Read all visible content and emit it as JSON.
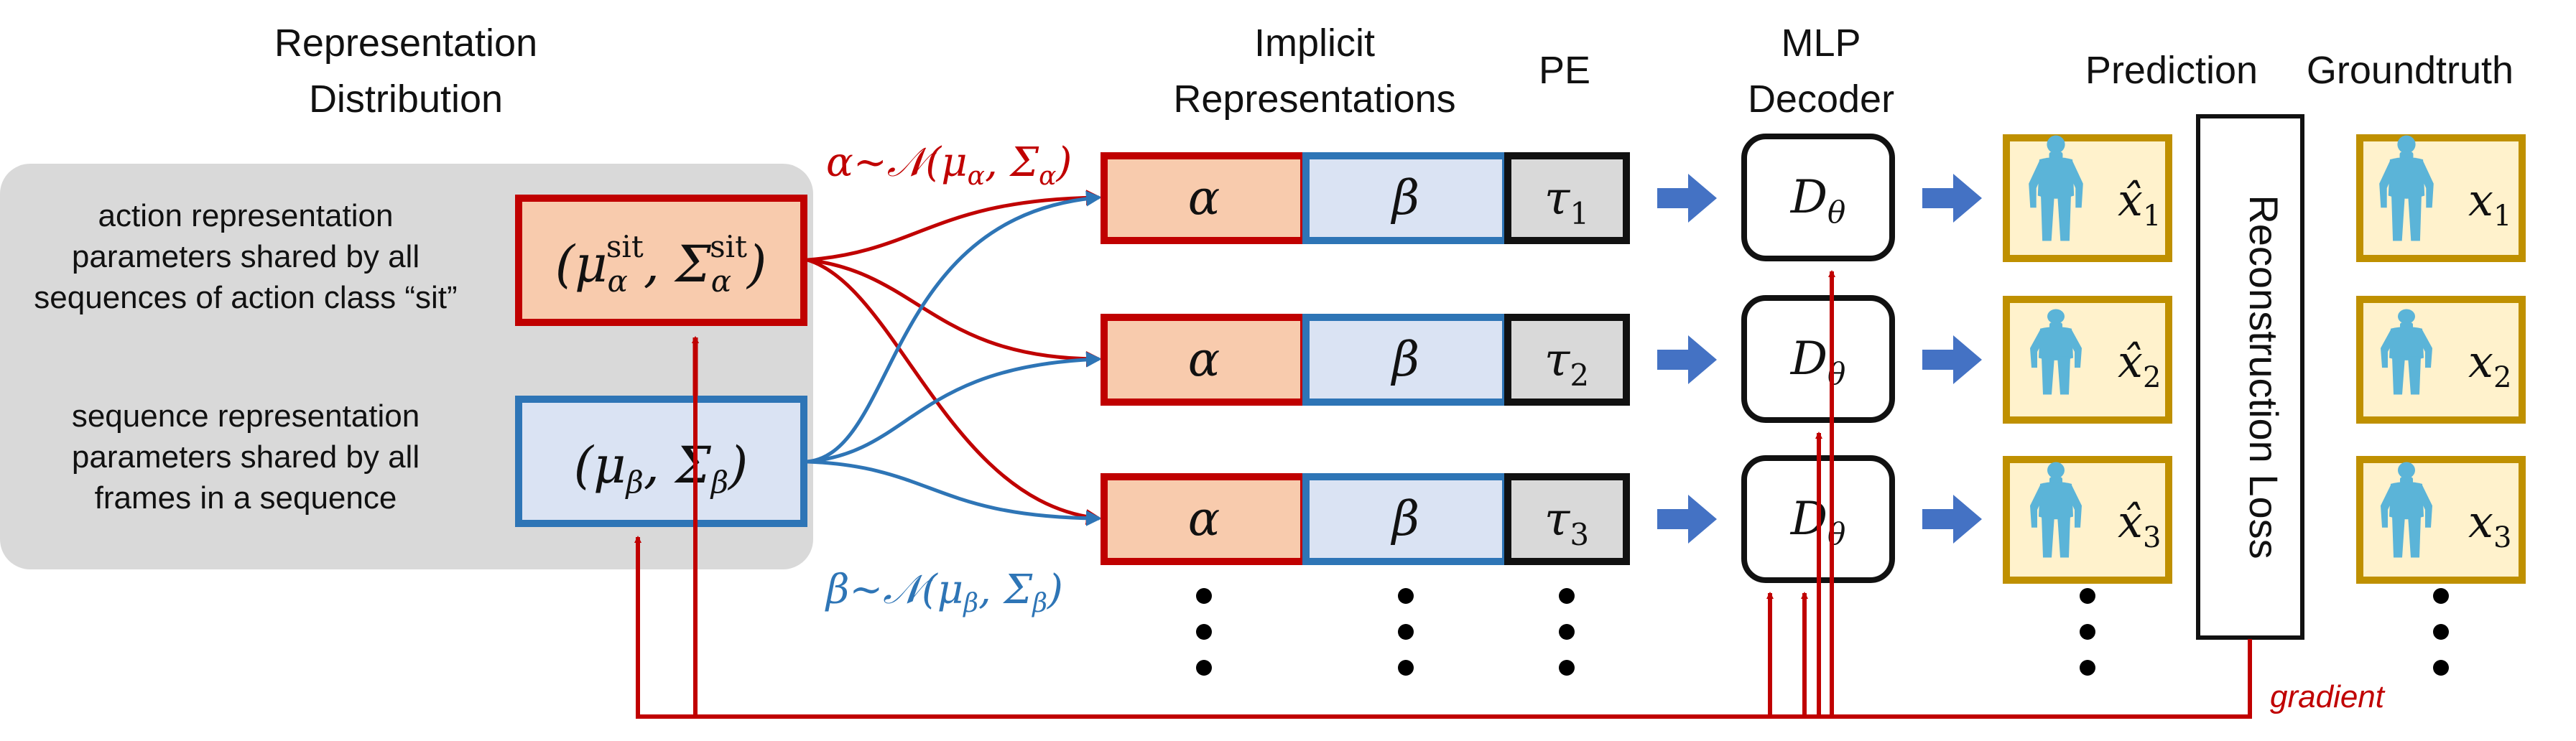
{
  "headers": {
    "distribution": [
      "Representation",
      "Distribution"
    ],
    "implicit": [
      "Implicit",
      "Representations"
    ],
    "pe": [
      "PE"
    ],
    "decoder": [
      "MLP",
      "Decoder"
    ],
    "prediction": [
      "Prediction"
    ],
    "groundtruth": [
      "Groundtruth"
    ]
  },
  "panel": {
    "action_text": [
      "action representation",
      "parameters shared by all",
      "sequences of action class “sit”"
    ],
    "sequence_text": [
      "sequence representation",
      "parameters shared by all",
      "frames in a sequence"
    ],
    "action_params": {
      "open": "(μ",
      "sub": "α",
      "sup": "sit",
      "mid": ", Σ",
      "sub2": "α",
      "sup2": "sit",
      "close": ")"
    },
    "sequence_params": {
      "open": "(μ",
      "sub": "β",
      "mid": ", Σ",
      "sub2": "β",
      "close": ")"
    }
  },
  "sampling": {
    "alpha": {
      "var": "α",
      "dist": "~𝒩(μ",
      "s1": "α",
      "mid": ", Σ",
      "s2": "α",
      "close": ")"
    },
    "beta": {
      "var": "β",
      "dist": "~𝒩(μ",
      "s1": "β",
      "mid": ", Σ",
      "s2": "β",
      "close": ")"
    }
  },
  "rows": [
    {
      "alpha": "α",
      "beta": "β",
      "tau": "τ",
      "tau_sub": "1",
      "decoder": "D",
      "decoder_sub": "θ",
      "pred": "x̂",
      "pred_sub": "1",
      "gt": "x",
      "gt_sub": "1"
    },
    {
      "alpha": "α",
      "beta": "β",
      "tau": "τ",
      "tau_sub": "2",
      "decoder": "D",
      "decoder_sub": "θ",
      "pred": "x̂",
      "pred_sub": "2",
      "gt": "x",
      "gt_sub": "2"
    },
    {
      "alpha": "α",
      "beta": "β",
      "tau": "τ",
      "tau_sub": "3",
      "decoder": "D",
      "decoder_sub": "θ",
      "pred": "x̂",
      "pred_sub": "3",
      "gt": "x",
      "gt_sub": "3"
    }
  ],
  "loss": {
    "label": "Reconstruction Loss"
  },
  "gradient": {
    "label": "gradient"
  },
  "colors": {
    "red": "#c00000",
    "blue": "#2e75b6",
    "alpha_fill": "#f8cbad",
    "beta_fill": "#dae3f3",
    "tau_fill": "#d9d9d9",
    "panel_fill": "#d9d9d9",
    "frame_border": "#bf9000",
    "frame_fill": "#fff2cc",
    "arrow_blue": "#4472c4",
    "figure": "#5bb4d8"
  },
  "icons": {
    "human": "human-figure-icon",
    "arrow": "right-arrow-icon"
  }
}
